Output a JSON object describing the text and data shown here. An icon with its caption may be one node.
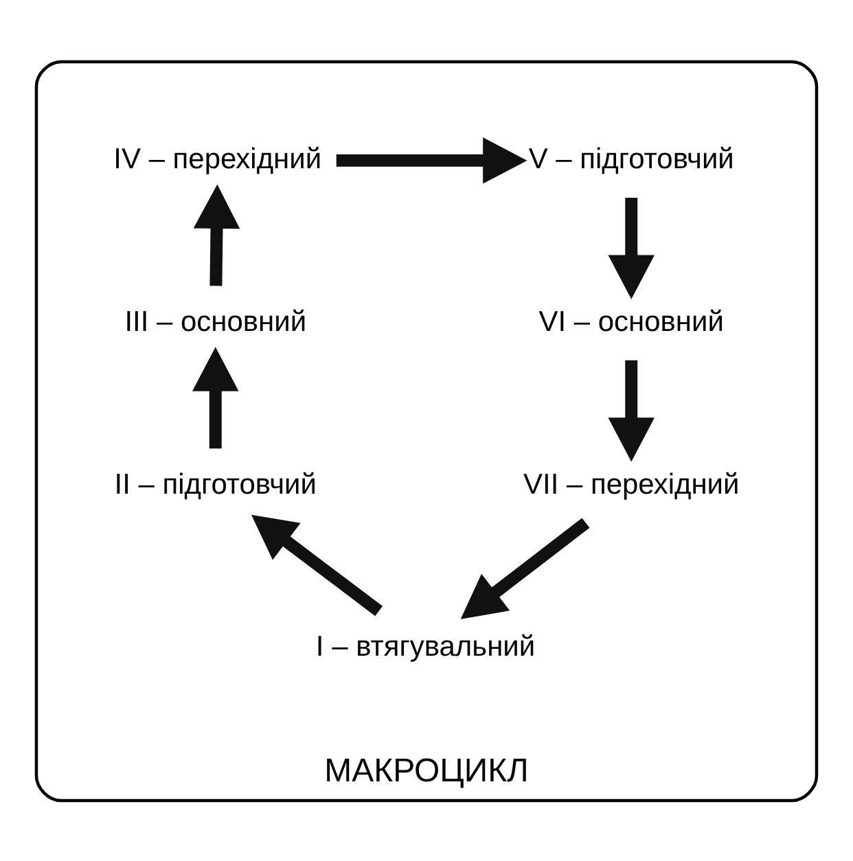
{
  "diagram": {
    "nodes": [
      {
        "text": [
          "МАКРОЦИКЛ"
        ]
      },
      {
        "text": [
          "I – втягувальний"
        ],
        "in": 0
      },
      {
        "text": [
          "II – підготовчий"
        ],
        "in": 0
      },
      {
        "text": [
          "III – основний"
        ],
        "in": 0
      },
      {
        "text": [
          "IV – перехідний"
        ],
        "in": 0
      },
      {
        "text": [
          "V – підготовчий"
        ],
        "in": 0
      },
      {
        "text": [
          "VI – основний"
        ],
        "in": 0
      },
      {
        "text": [
          "VII – перехідний"
        ],
        "in": 0
      }
    ],
    "edges": [
      {
        "from": 1,
        "to": 2,
        "arrow": "to"
      },
      {
        "from": 2,
        "to": 3,
        "arrow": "to"
      },
      {
        "from": 3,
        "to": 4,
        "arrow": "to"
      },
      {
        "from": 4,
        "to": 5,
        "arrow": "to"
      },
      {
        "from": 5,
        "to": 6,
        "arrow": "to"
      },
      {
        "from": 6,
        "to": 7,
        "arrow": "to"
      },
      {
        "from": 7,
        "to": 1,
        "arrow": "to"
      }
    ]
  }
}
